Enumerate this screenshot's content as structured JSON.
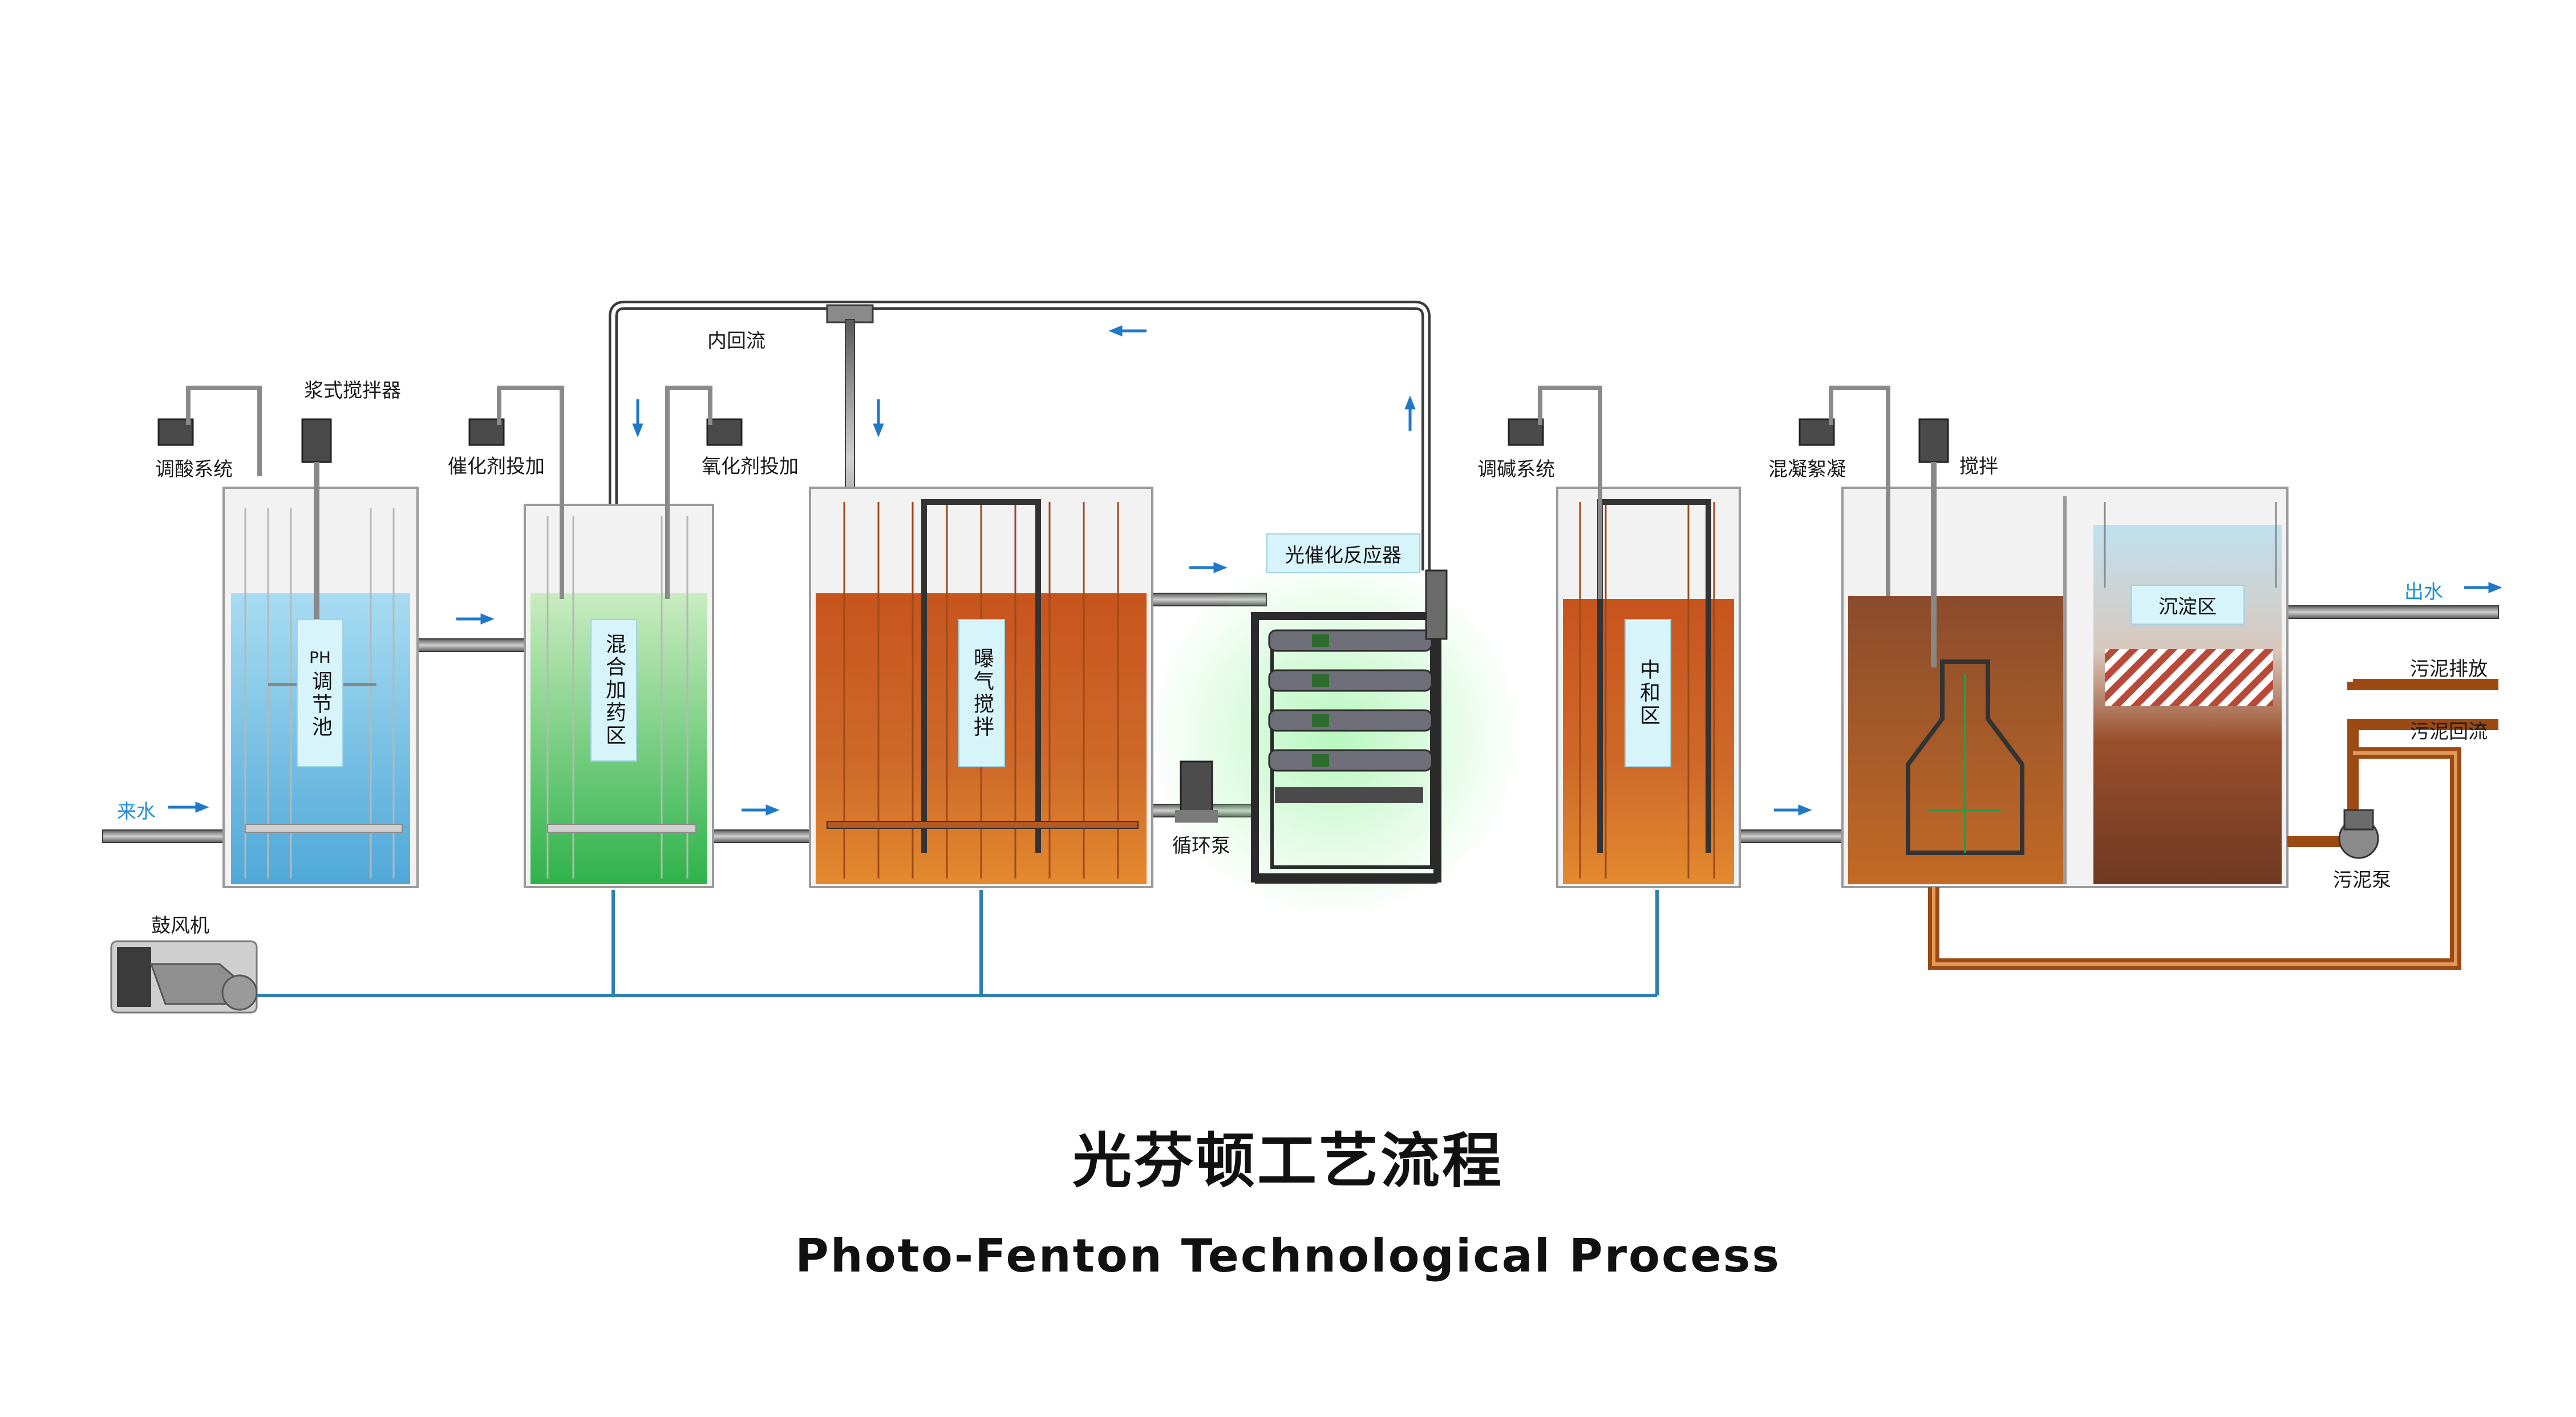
{
  "labels": {
    "inlet": "来水",
    "outlet": "出水",
    "acid_system": "调酸系统",
    "paddle_mixer": "浆式搅拌器",
    "catalyst_dosing": "催化剂投加",
    "oxidant_dosing": "氧化剂投加",
    "internal_reflux": "内回流",
    "photo_reactor": "光催化反应器",
    "circulation_pump": "循环泵",
    "alkali_system": "调碱系统",
    "coagulation": "混凝絮凝",
    "stirring": "搅拌",
    "sedimentation": "沉淀区",
    "sludge_discharge": "污泥排放",
    "sludge_return": "污泥回流",
    "sludge_pump": "污泥泵",
    "blower": "鼓风机"
  },
  "tanks": {
    "ph_tank": {
      "prefix": "PH",
      "name": "调节池"
    },
    "mixing_tank": {
      "name": "混合加药区"
    },
    "aeration_tank": {
      "name": "曝气搅拌"
    },
    "neutral_tank": {
      "name": "中和区"
    }
  },
  "title": {
    "cn": "光芬顿工艺流程",
    "en": "Photo-Fenton Technological Process"
  },
  "colors": {
    "ph_water": "#7ec9ea",
    "mixing_water": "#5fcf6a",
    "aeration_water": "#cf6a2a",
    "neutral_water": "#cf6a2a",
    "settle_water": "#a0552a",
    "arrow": "#1f78c8",
    "pipe": "#3a3a3a",
    "air_line": "#2f7fb0",
    "sludge_pipe": "#9a4a12"
  }
}
